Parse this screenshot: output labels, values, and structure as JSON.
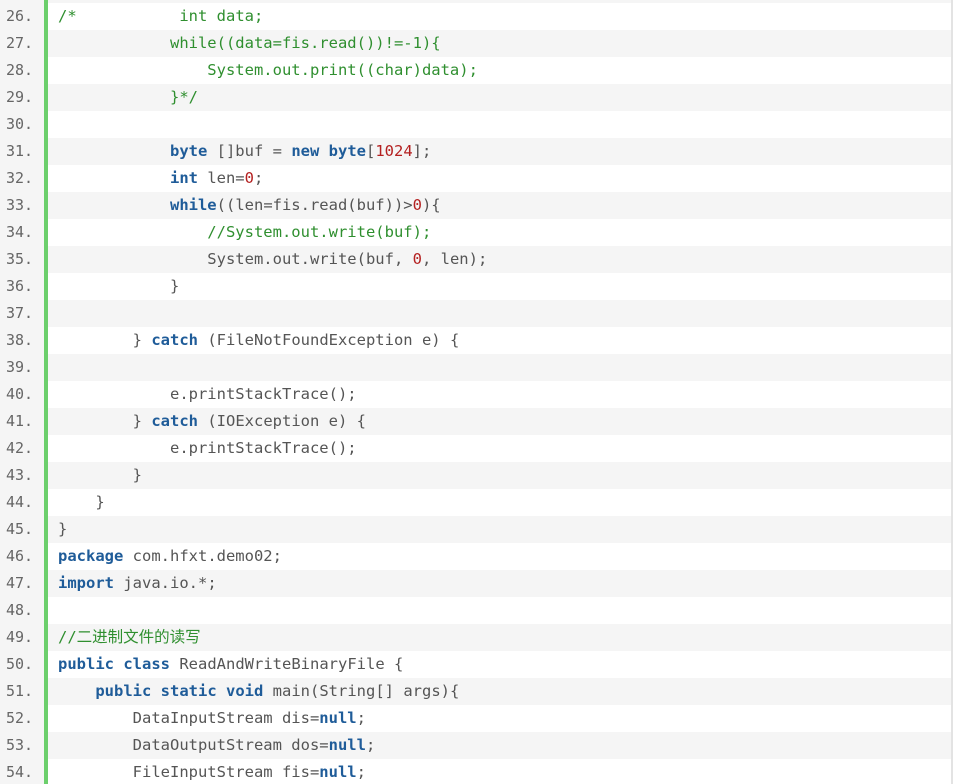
{
  "colors": {
    "keyword": "#1f5c99",
    "number": "#b42020",
    "comment": "#2f8f2f",
    "plain": "#555555",
    "gutter_bar": "#6ccf6c"
  },
  "lines": [
    {
      "num": "26.",
      "tokens": [
        {
          "t": "/*           ",
          "c": "com"
        },
        {
          "t": "int data;",
          "c": "com"
        }
      ]
    },
    {
      "num": "27.",
      "tokens": [
        {
          "t": "            while((data=fis.read())!=-1){",
          "c": "com"
        }
      ]
    },
    {
      "num": "28.",
      "tokens": [
        {
          "t": "                System.out.print((char)data);",
          "c": "com"
        }
      ]
    },
    {
      "num": "29.",
      "tokens": [
        {
          "t": "            }*/",
          "c": "com"
        }
      ]
    },
    {
      "num": "30.",
      "tokens": []
    },
    {
      "num": "31.",
      "tokens": [
        {
          "t": "            ",
          "c": "plain"
        },
        {
          "t": "byte",
          "c": "kw"
        },
        {
          "t": " []buf = ",
          "c": "plain"
        },
        {
          "t": "new",
          "c": "kw"
        },
        {
          "t": " ",
          "c": "plain"
        },
        {
          "t": "byte",
          "c": "kw"
        },
        {
          "t": "[",
          "c": "plain"
        },
        {
          "t": "1024",
          "c": "num"
        },
        {
          "t": "];",
          "c": "plain"
        }
      ]
    },
    {
      "num": "32.",
      "tokens": [
        {
          "t": "            ",
          "c": "plain"
        },
        {
          "t": "int",
          "c": "kw"
        },
        {
          "t": " len=",
          "c": "plain"
        },
        {
          "t": "0",
          "c": "num"
        },
        {
          "t": ";",
          "c": "plain"
        }
      ]
    },
    {
      "num": "33.",
      "tokens": [
        {
          "t": "            ",
          "c": "plain"
        },
        {
          "t": "while",
          "c": "kw"
        },
        {
          "t": "((len=fis.read(buf))>",
          "c": "plain"
        },
        {
          "t": "0",
          "c": "num"
        },
        {
          "t": "){",
          "c": "plain"
        }
      ]
    },
    {
      "num": "34.",
      "tokens": [
        {
          "t": "                //System.out.write(buf);",
          "c": "com"
        }
      ]
    },
    {
      "num": "35.",
      "tokens": [
        {
          "t": "                System.out.write(buf, ",
          "c": "plain"
        },
        {
          "t": "0",
          "c": "num"
        },
        {
          "t": ", len);",
          "c": "plain"
        }
      ]
    },
    {
      "num": "36.",
      "tokens": [
        {
          "t": "            }",
          "c": "plain"
        }
      ]
    },
    {
      "num": "37.",
      "tokens": []
    },
    {
      "num": "38.",
      "tokens": [
        {
          "t": "        } ",
          "c": "plain"
        },
        {
          "t": "catch",
          "c": "kw"
        },
        {
          "t": " (FileNotFoundException e) {",
          "c": "plain"
        }
      ]
    },
    {
      "num": "39.",
      "tokens": []
    },
    {
      "num": "40.",
      "tokens": [
        {
          "t": "            e.printStackTrace();",
          "c": "plain"
        }
      ]
    },
    {
      "num": "41.",
      "tokens": [
        {
          "t": "        } ",
          "c": "plain"
        },
        {
          "t": "catch",
          "c": "kw"
        },
        {
          "t": " (IOException e) {",
          "c": "plain"
        }
      ]
    },
    {
      "num": "42.",
      "tokens": [
        {
          "t": "            e.printStackTrace();",
          "c": "plain"
        }
      ]
    },
    {
      "num": "43.",
      "tokens": [
        {
          "t": "        }",
          "c": "plain"
        }
      ]
    },
    {
      "num": "44.",
      "tokens": [
        {
          "t": "    }",
          "c": "plain"
        }
      ]
    },
    {
      "num": "45.",
      "tokens": [
        {
          "t": "}",
          "c": "plain"
        }
      ]
    },
    {
      "num": "46.",
      "tokens": [
        {
          "t": "package",
          "c": "kw"
        },
        {
          "t": " com.hfxt.demo02;",
          "c": "plain"
        }
      ]
    },
    {
      "num": "47.",
      "tokens": [
        {
          "t": "import",
          "c": "kw"
        },
        {
          "t": " java.io.*;",
          "c": "plain"
        }
      ]
    },
    {
      "num": "48.",
      "tokens": []
    },
    {
      "num": "49.",
      "tokens": [
        {
          "t": "//二进制文件的读写",
          "c": "com"
        }
      ]
    },
    {
      "num": "50.",
      "tokens": [
        {
          "t": "public",
          "c": "kw"
        },
        {
          "t": " ",
          "c": "plain"
        },
        {
          "t": "class",
          "c": "kw"
        },
        {
          "t": " ReadAndWriteBinaryFile {",
          "c": "plain"
        }
      ]
    },
    {
      "num": "51.",
      "tokens": [
        {
          "t": "    ",
          "c": "plain"
        },
        {
          "t": "public",
          "c": "kw"
        },
        {
          "t": " ",
          "c": "plain"
        },
        {
          "t": "static",
          "c": "kw"
        },
        {
          "t": " ",
          "c": "plain"
        },
        {
          "t": "void",
          "c": "kw"
        },
        {
          "t": " main(String[] args){",
          "c": "plain"
        }
      ]
    },
    {
      "num": "52.",
      "tokens": [
        {
          "t": "        DataInputStream dis=",
          "c": "plain"
        },
        {
          "t": "null",
          "c": "kw"
        },
        {
          "t": ";",
          "c": "plain"
        }
      ]
    },
    {
      "num": "53.",
      "tokens": [
        {
          "t": "        DataOutputStream dos=",
          "c": "plain"
        },
        {
          "t": "null",
          "c": "kw"
        },
        {
          "t": ";",
          "c": "plain"
        }
      ]
    },
    {
      "num": "54.",
      "tokens": [
        {
          "t": "        FileInputStream fis=",
          "c": "plain"
        },
        {
          "t": "null",
          "c": "kw"
        },
        {
          "t": ";",
          "c": "plain"
        }
      ]
    }
  ]
}
